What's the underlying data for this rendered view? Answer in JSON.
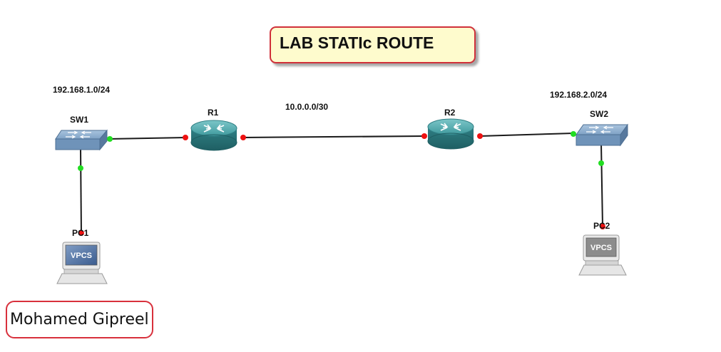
{
  "title": "LAB STATIc ROUTE",
  "author": "Mohamed Gipreel",
  "networks": {
    "left_lan": "192.168.1.0/24",
    "right_lan": "192.168.2.0/24",
    "wan": "10.0.0.0/30"
  },
  "devices": {
    "sw1": "SW1",
    "sw2": "SW2",
    "r1": "R1",
    "r2": "R2",
    "pc1": "PC1",
    "pc2": "PC2",
    "pc_screen": "VPCS"
  },
  "colors": {
    "link": "#1a1a1a",
    "port_up": "#22dd22",
    "port_down": "#ee1111",
    "router_body": "#3c8f93",
    "switch_body": "#6f93b9",
    "title_border": "#d0303a",
    "title_fill": "#fefbcd"
  }
}
